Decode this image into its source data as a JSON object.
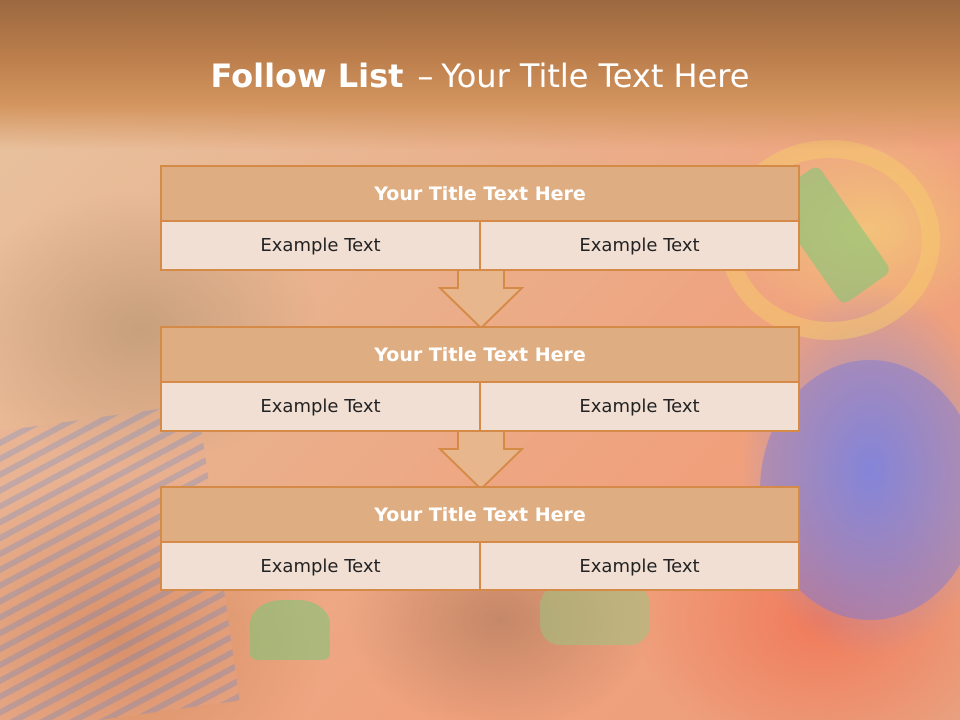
{
  "slide": {
    "title_bold": "Follow List",
    "title_separator": "–",
    "title_rest": "Your Title Text Here"
  },
  "blocks": [
    {
      "title": "Your Title Text Here",
      "cells": [
        "Example Text",
        "Example Text"
      ]
    },
    {
      "title": "Your Title Text Here",
      "cells": [
        "Example Text",
        "Example Text"
      ]
    },
    {
      "title": "Your Title Text Here",
      "cells": [
        "Example Text",
        "Example Text"
      ]
    }
  ],
  "colors": {
    "title_band": "#b97c4a",
    "header_fill": "#dfad82",
    "border": "#d68a48",
    "cell_fill": "#f1dfd4",
    "arrow_fill": "#e8b68c"
  }
}
